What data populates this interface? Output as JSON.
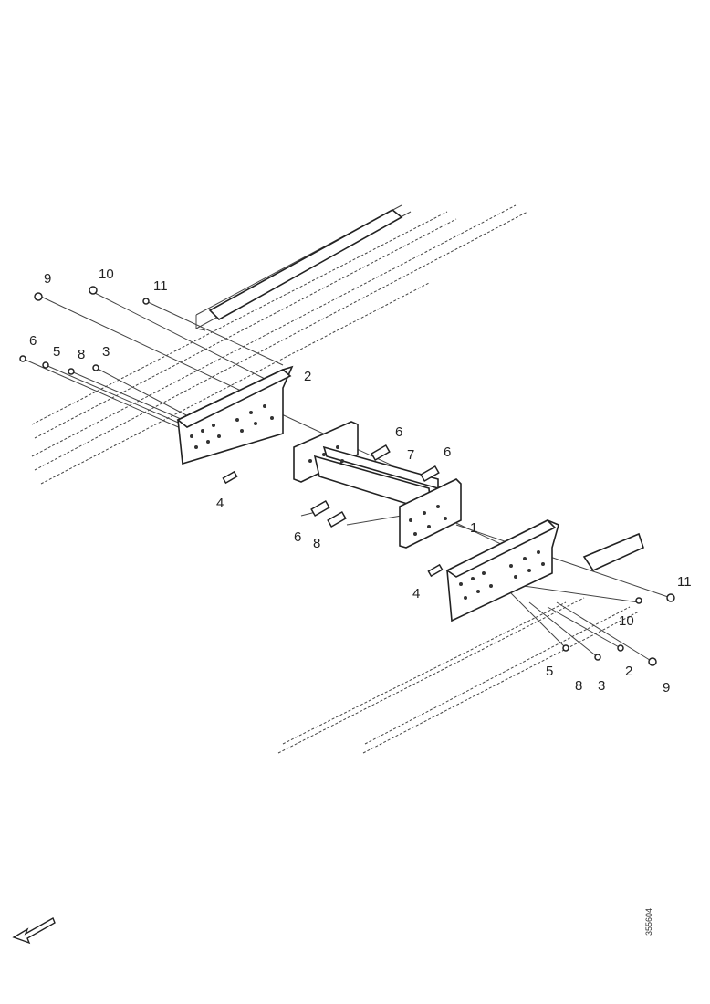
{
  "diagram": {
    "callouts": {
      "c9_top": "9",
      "c10_top": "10",
      "c11_top": "11",
      "c6_top": "6",
      "c5_top": "5",
      "c8_top": "8",
      "c3_top": "3",
      "c2": "2",
      "c4_left": "4",
      "c6_mid_top": "6",
      "c7": "7",
      "c6_mid_right": "6",
      "c6_mid_bottom": "6",
      "c8_mid": "8",
      "c1": "1",
      "c4_right": "4",
      "c11_bottom": "11",
      "c10_bottom": "10",
      "c5_bottom": "5",
      "c8_bottom": "8",
      "c3_bottom": "3",
      "c2_bottom": "2",
      "c9_bottom": "9"
    },
    "drawing_ref": "355604"
  }
}
